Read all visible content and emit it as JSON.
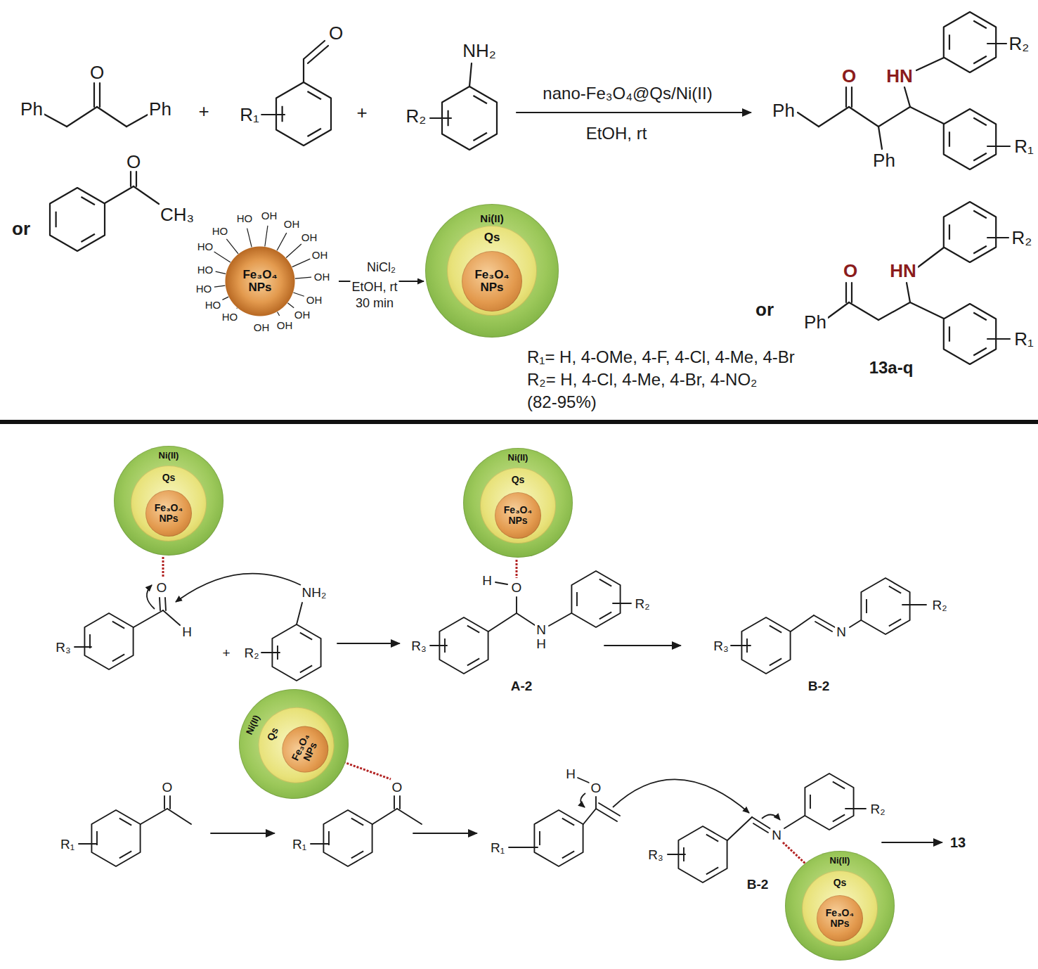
{
  "diagram": {
    "nodes": [
      {
        "text": [
          "Fe₃O₄ NPs"
        ]
      },
      {
        "text": [
          "Ni(II)"
        ]
      },
      {
        "text": [
          "Qs"
        ],
        "in": 1
      },
      {
        "text": [
          "Fe₃O₄ NPs"
        ],
        "in": 2
      },
      {
        "text": [
          "Ni(II)"
        ]
      },
      {
        "text": [
          "Qs"
        ],
        "in": 4
      },
      {
        "text": [
          "Fe₃O₄ NPs"
        ],
        "in": 5
      },
      {
        "text": [
          "Ni(II)"
        ]
      },
      {
        "text": [
          "Qs"
        ],
        "in": 7
      },
      {
        "text": [
          "Fe₃O₄ NPs"
        ],
        "in": 8
      },
      {
        "text": [
          "Ni(II)"
        ]
      },
      {
        "text": [
          "Qs"
        ],
        "in": 10
      },
      {
        "text": [
          "Fe₃O₄ NPs"
        ],
        "in": 11
      },
      {
        "text": [
          "Ni(II)"
        ]
      },
      {
        "text": [
          "Qs"
        ],
        "in": 13
      },
      {
        "text": [
          "Fe₃O₄ NPs"
        ],
        "in": 14
      }
    ],
    "edges": [
      {
        "from": 0,
        "to": 1,
        "arrow": "to",
        "label": "NiCl₂"
      }
    ],
    "labels": [
      "O",
      "Ph",
      "Ph",
      "+",
      "O",
      "R₁",
      "+",
      "NH₂",
      "R₂",
      "nano-Fe₃O₄@Qs/Ni(II)",
      "EtOH, rt",
      "O",
      "HN",
      "R₂",
      "Ph",
      "Ph",
      "R₁",
      "or",
      "O",
      "CH₃",
      "HO",
      "OH",
      "OH",
      "OH",
      "OH",
      "OH",
      "OH",
      "OH",
      "OH",
      "OH",
      "HO",
      "HO",
      "HO",
      "HO",
      "HO",
      "HO",
      "EtOH, rt",
      "30 min",
      "or",
      "O",
      "HN",
      "R₂",
      "Ph",
      "R₁",
      "13a-q",
      "R₁= H, 4-OMe, 4-F, 4-Cl, 4-Me, 4-Br",
      "R₂= H, 4-Cl, 4-Me, 4-Br, 4-NO₂",
      "(82-95%)",
      "O",
      "H",
      "NH₂",
      "R₃",
      "+",
      "R₂",
      "H",
      "O",
      "R₃",
      "N",
      "H",
      "R₂",
      "A-2",
      "R₃",
      "N",
      "R₂",
      "B-2",
      "R₁",
      "O",
      "R₁",
      "O",
      "H",
      "O",
      "R₁",
      "R₃",
      "N",
      "R₂",
      "B-2",
      "13"
    ]
  }
}
